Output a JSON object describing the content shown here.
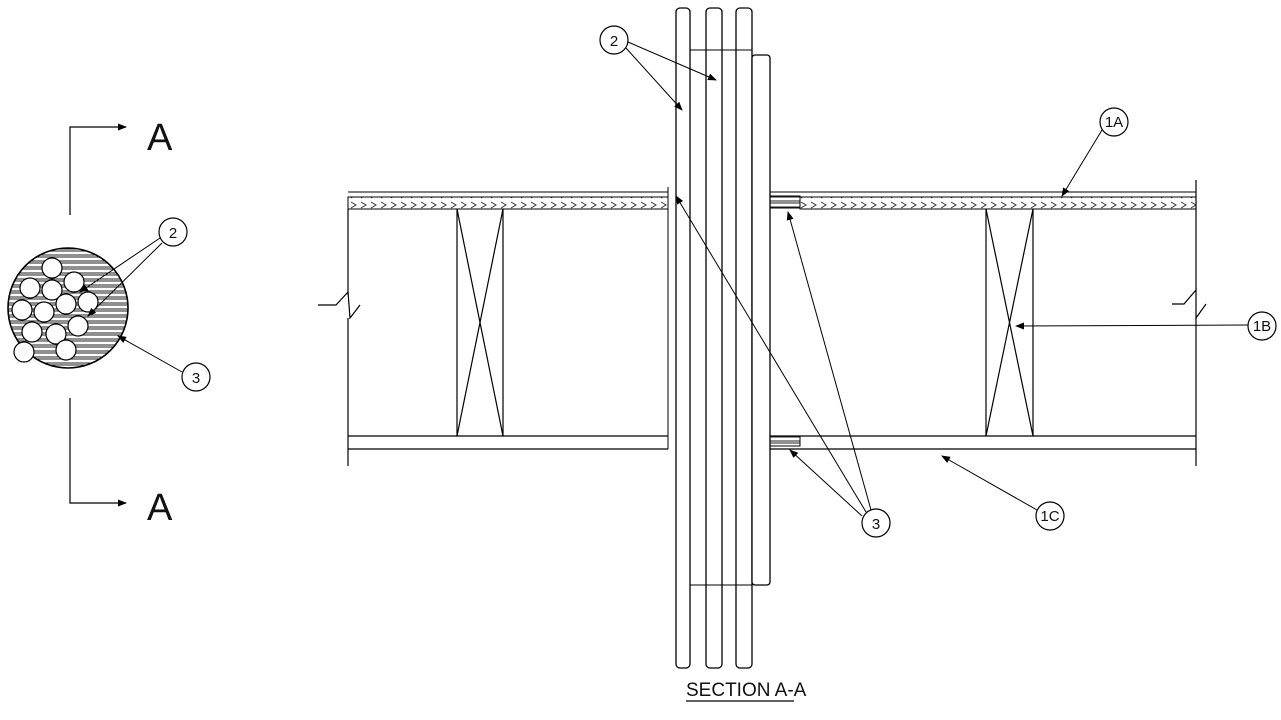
{
  "diagram": {
    "section_letter_top": "A",
    "section_letter_bottom": "A",
    "title": "SECTION A-A",
    "callouts": {
      "cable_bundle_top": "2",
      "cable_bundle_plan": "2",
      "sealant_plan": "3",
      "floor_top_layer": "1A",
      "joist": "1B",
      "ceiling_layer": "1C",
      "sealant_section": "3"
    }
  }
}
